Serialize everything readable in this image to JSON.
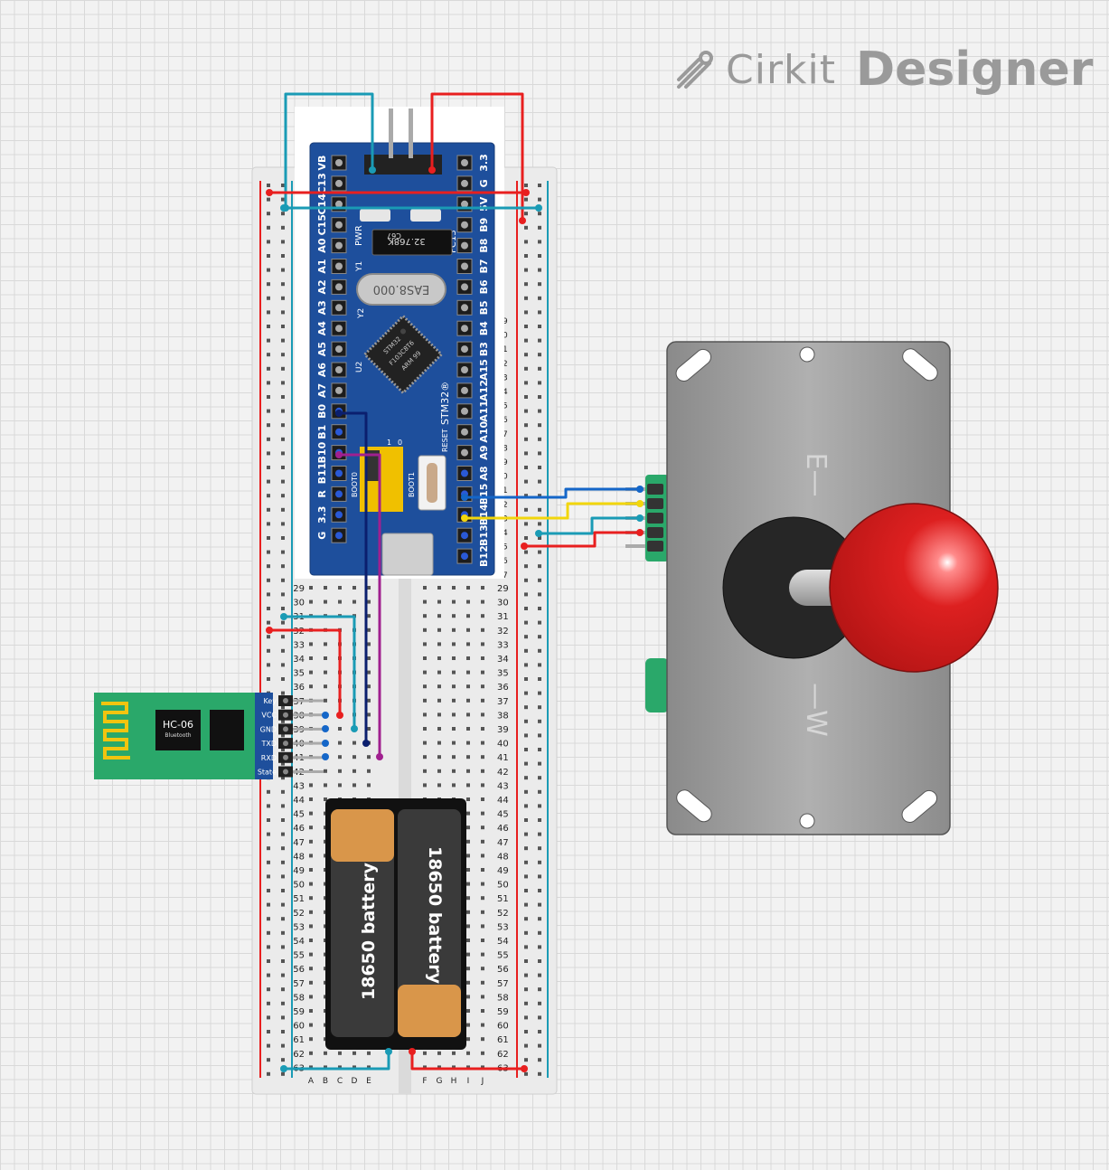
{
  "brand": {
    "cirkit": "Cirkit",
    "designer": "Designer"
  },
  "breadboard": {
    "row_numbers": [
      "29",
      "30",
      "31",
      "32",
      "33",
      "34",
      "35",
      "36",
      "37",
      "38",
      "39",
      "40",
      "41",
      "42",
      "43",
      "44",
      "45",
      "46",
      "47",
      "48",
      "49",
      "50",
      "51",
      "52",
      "53",
      "54",
      "55",
      "56",
      "57",
      "58",
      "59",
      "60",
      "61",
      "62",
      "63"
    ],
    "right_edge_labels": [
      "9",
      "0",
      "1",
      "2",
      "3",
      "4",
      "5",
      "6",
      "7",
      "8",
      "9",
      "0",
      "1",
      "2",
      "3",
      "4",
      "5",
      "6",
      "7"
    ],
    "columns_left": [
      "A",
      "B",
      "C",
      "D",
      "E"
    ],
    "columns_right": [
      "F",
      "G",
      "H",
      "I",
      "J"
    ]
  },
  "stm32": {
    "left_pins": [
      "VB",
      "C13",
      "C14",
      "C15",
      "A0",
      "A1",
      "A2",
      "A3",
      "A4",
      "A5",
      "A6",
      "A7",
      "B0",
      "B1",
      "B10",
      "B11",
      "R",
      "3.3",
      "G"
    ],
    "right_pins": [
      "3.3",
      "G",
      "5V",
      "B9",
      "B8",
      "B7",
      "B6",
      "B5",
      "B4",
      "B3",
      "A15",
      "A12",
      "A11",
      "A10",
      "A9",
      "A8",
      "B15",
      "B14",
      "B13",
      "B12"
    ],
    "labels": {
      "pwr": "PWR",
      "pc13": "PC13",
      "crystal_small": "32.768K",
      "crystal_small2": "C67",
      "crystal_large": "EAS8.000",
      "y1": "Y1",
      "y2": "Y2",
      "u2": "U2",
      "chip_lines": [
        "STM32",
        "F103C8T6",
        "ARM 99"
      ],
      "brand": "STM32®",
      "reset": "RESET",
      "boot0": "BOOT0",
      "boot1": "BOOT1",
      "jumper_labels": [
        "1",
        "0"
      ]
    }
  },
  "bluetooth": {
    "title": "HC-06",
    "subtitle": "Bluetooth",
    "pins": [
      "Key",
      "VCC",
      "GND",
      "TXD",
      "RXD",
      "State"
    ]
  },
  "battery": {
    "cell_label": "18650 battery"
  },
  "joystick": {
    "label_e": "E—",
    "label_w": "—W"
  },
  "colors": {
    "stm_blue": "#1e4f9c",
    "wire_red": "#e81f1f",
    "wire_teal": "#1a9bb5",
    "wire_navy": "#0b1f6e",
    "wire_purple": "#a0208f",
    "wire_blue": "#1466c8",
    "wire_yellow": "#f2d60c",
    "wire_green_module": "#2aa86a",
    "knob_red": "#d41f1f"
  }
}
